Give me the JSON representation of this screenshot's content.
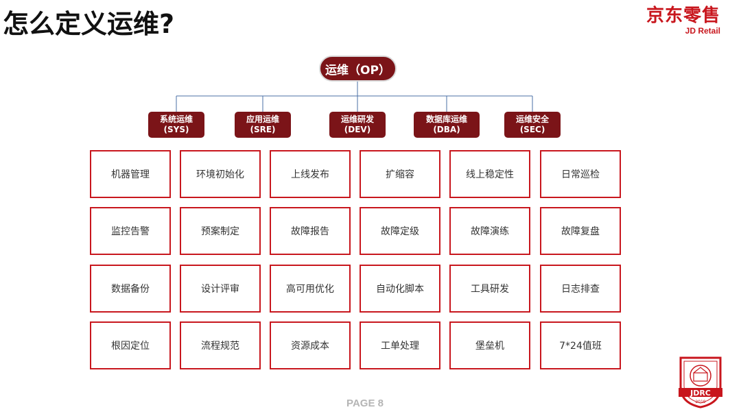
{
  "title": "怎么定义运维?",
  "brand": {
    "name_cn": "京东零售",
    "name_en": "JD Retail"
  },
  "root": {
    "label": "运维（OP）"
  },
  "categories": [
    {
      "name": "系统运维",
      "code": "(SYS)"
    },
    {
      "name": "应用运维",
      "code": "(SRE)"
    },
    {
      "name": "运维研发",
      "code": "(DEV)"
    },
    {
      "name": "数据库运维",
      "code": "(DBA)"
    },
    {
      "name": "运维安全",
      "code": "(SEC)"
    }
  ],
  "grid": [
    [
      "机器管理",
      "环境初始化",
      "上线发布",
      "扩缩容",
      "线上稳定性",
      "日常巡检"
    ],
    [
      "监控告警",
      "预案制定",
      "故障报告",
      "故障定级",
      "故障演练",
      "故障复盘"
    ],
    [
      "数据备份",
      "设计评审",
      "高可用优化",
      "自动化脚本",
      "工具研发",
      "日志排查"
    ],
    [
      "根因定位",
      "流程规范",
      "资源成本",
      "工单处理",
      "堡垒机",
      "7*24值班"
    ]
  ],
  "page": "PAGE 8",
  "seal": {
    "text": "JDRC",
    "year": "2019"
  },
  "colors": {
    "accent": "#c8161d",
    "dark_red": "#7b1418",
    "connector": "#4a6fa5"
  }
}
